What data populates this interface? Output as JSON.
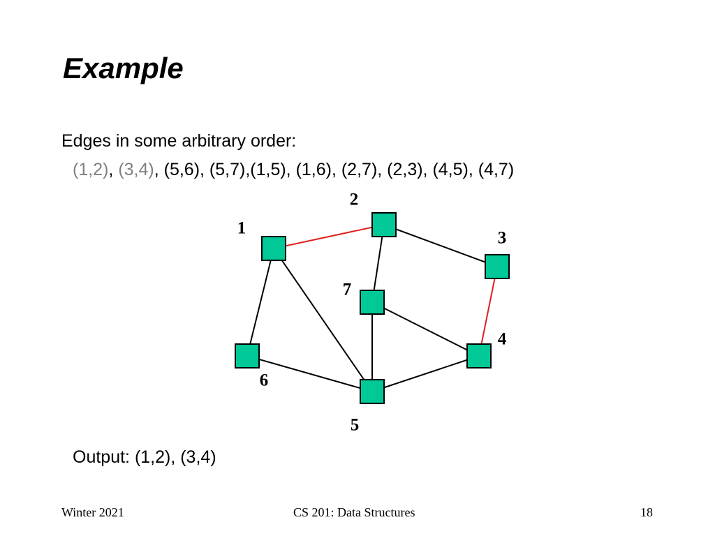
{
  "slide": {
    "title": "Example",
    "intro": "Edges in some arbitrary order:",
    "edge_list": {
      "highlighted": [
        "(1,2)",
        "(3,4)"
      ],
      "rest": "(5,6), (5,7),(1,5), (1,6), (2,7), (2,3), (4,5), (4,7)"
    },
    "output": "Output: (1,2), (3,4)"
  },
  "footer": {
    "left": "Winter 2021",
    "center": "CS 201: Data Structures",
    "page_number": "18"
  },
  "colors": {
    "node_fill": "#00c896",
    "selected_edge": "#e02020",
    "edge": "#000000",
    "muted_text": "#808080"
  },
  "graph": {
    "nodes": [
      {
        "id": "1",
        "label": "1"
      },
      {
        "id": "2",
        "label": "2"
      },
      {
        "id": "3",
        "label": "3"
      },
      {
        "id": "4",
        "label": "4"
      },
      {
        "id": "5",
        "label": "5"
      },
      {
        "id": "6",
        "label": "6"
      },
      {
        "id": "7",
        "label": "7"
      }
    ],
    "edges": [
      {
        "from": "1",
        "to": "2",
        "selected": true
      },
      {
        "from": "3",
        "to": "4",
        "selected": true
      },
      {
        "from": "5",
        "to": "6",
        "selected": false
      },
      {
        "from": "5",
        "to": "7",
        "selected": false
      },
      {
        "from": "1",
        "to": "5",
        "selected": false
      },
      {
        "from": "1",
        "to": "6",
        "selected": false
      },
      {
        "from": "2",
        "to": "7",
        "selected": false
      },
      {
        "from": "2",
        "to": "3",
        "selected": false
      },
      {
        "from": "4",
        "to": "5",
        "selected": false
      },
      {
        "from": "4",
        "to": "7",
        "selected": false
      }
    ]
  }
}
